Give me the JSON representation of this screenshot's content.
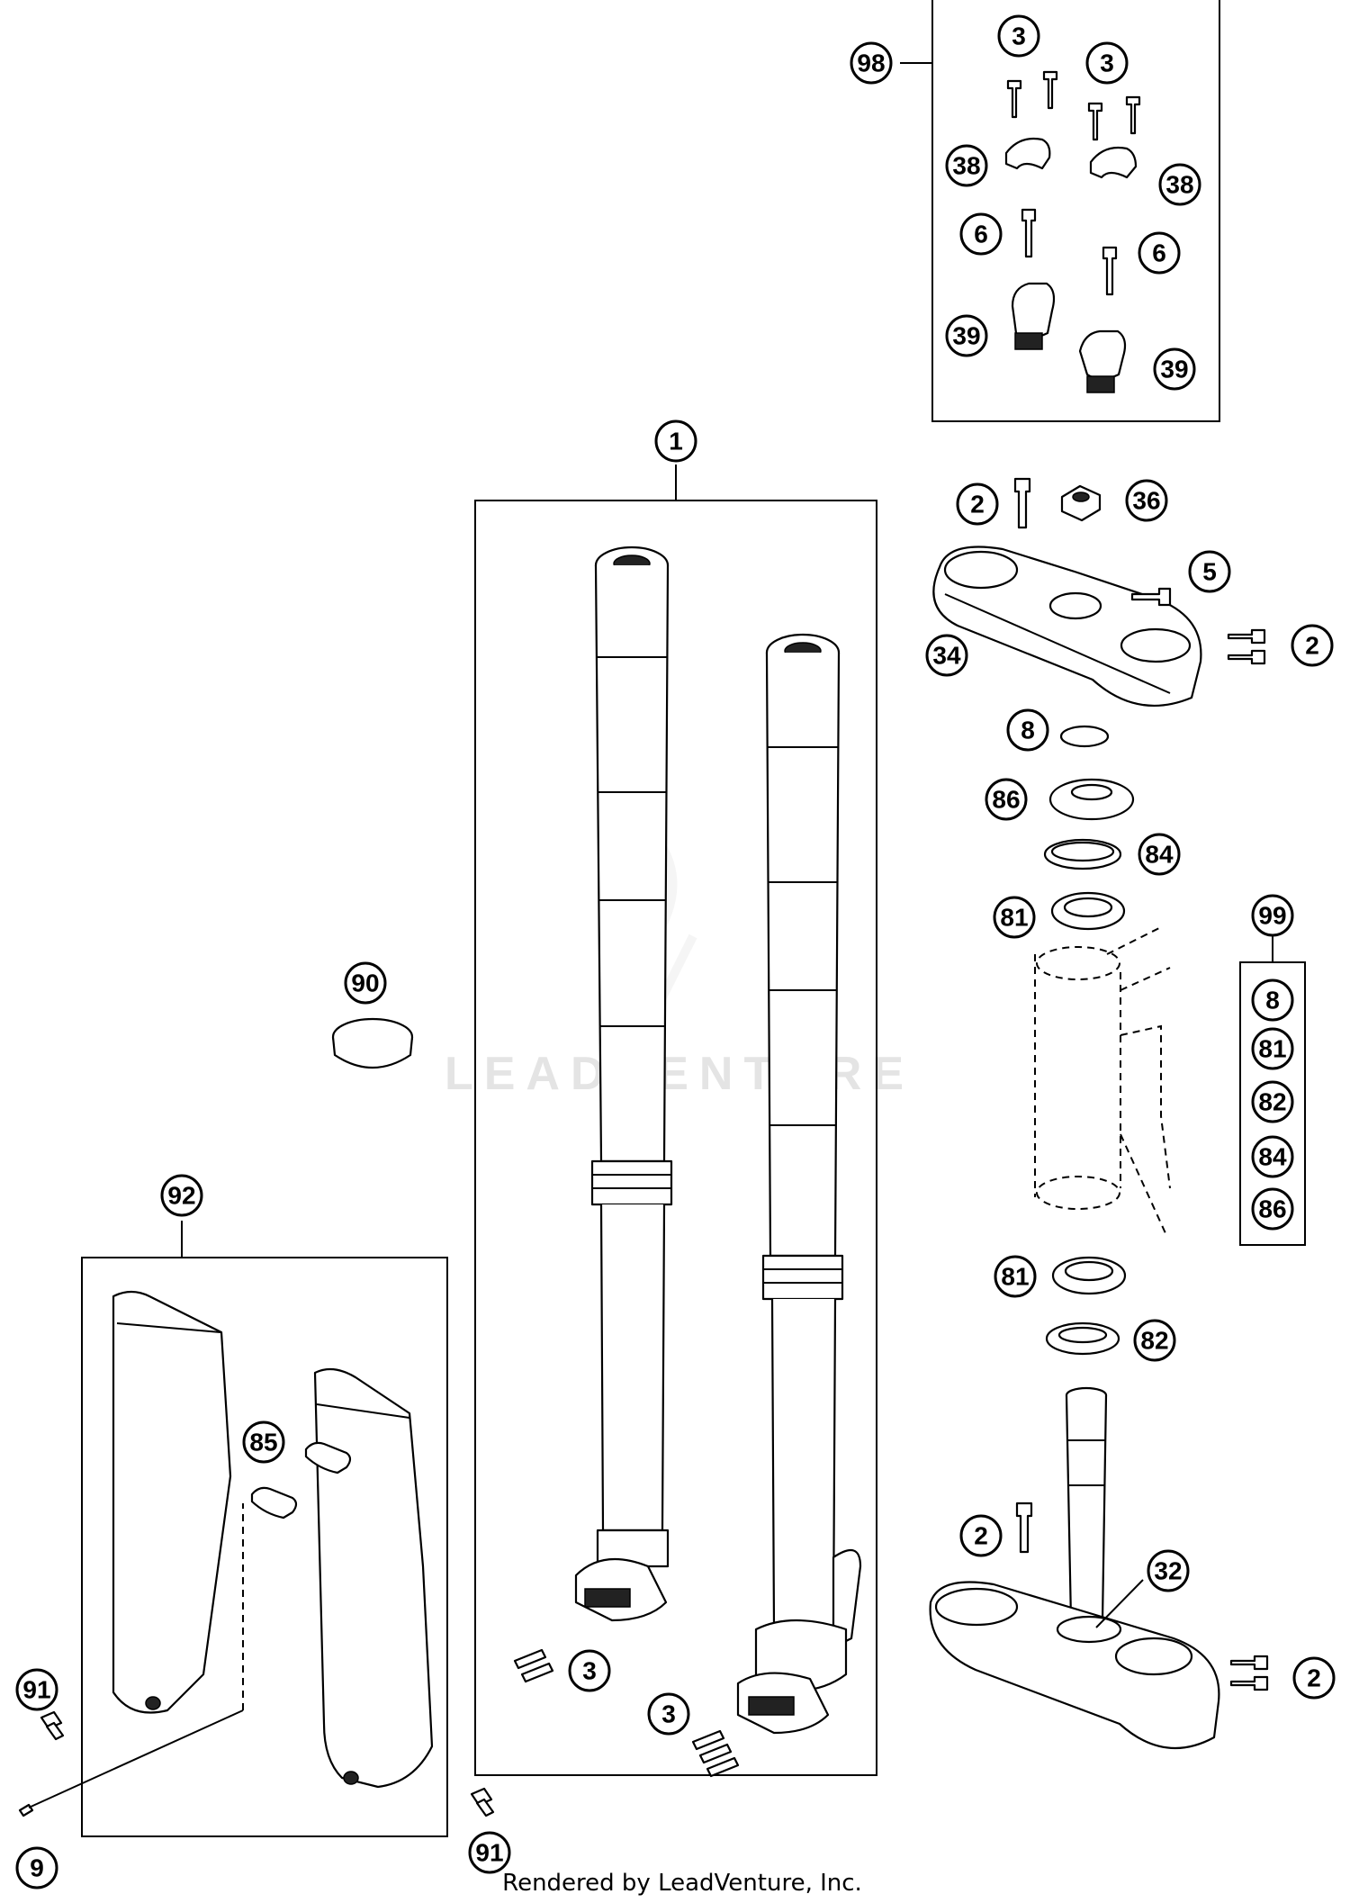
{
  "watermark": "LEADVENTURE",
  "footer": "Rendered by LeadVenture, Inc.",
  "callouts": {
    "c98": "98",
    "c3a": "3",
    "c3b": "3",
    "c38a": "38",
    "c38b": "38",
    "c6a": "6",
    "c6b": "6",
    "c39a": "39",
    "c39b": "39",
    "c1": "1",
    "c2a": "2",
    "c36": "36",
    "c5": "5",
    "c2b": "2",
    "c34": "34",
    "c8": "8",
    "c86": "86",
    "c84": "84",
    "c81a": "81",
    "c99": "99",
    "k8": "8",
    "k81": "81",
    "k82": "82",
    "k84": "84",
    "k86": "86",
    "c81b": "81",
    "c82": "82",
    "c2c": "2",
    "c32": "32",
    "c2d": "2",
    "c90": "90",
    "c92": "92",
    "c85": "85",
    "c91a": "91",
    "c91b": "91",
    "c9": "9",
    "c3c": "3",
    "c3d": "3"
  }
}
